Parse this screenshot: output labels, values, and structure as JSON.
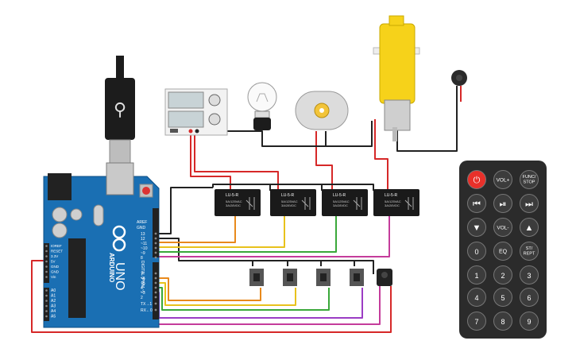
{
  "arduino": {
    "brand": "ARDUINO",
    "model": "UNO",
    "pin_aref": "AREF",
    "pin_gnd": "GND",
    "digital_pins": [
      "13",
      "12",
      "~11",
      "~10",
      "~9",
      "8",
      "7",
      "~6",
      "~5",
      "4",
      "~3",
      "2",
      "TX→1",
      "RX←0"
    ],
    "digital_header_label": "DIGITAL (PWM ~)",
    "power_pins": [
      "IOREF",
      "RESET",
      "3.3V",
      "5V",
      "GND",
      "GND",
      "Vin"
    ],
    "analog_pins": [
      "A0",
      "A1",
      "A2",
      "A3",
      "A4",
      "A5"
    ]
  },
  "relays": [
    {
      "title": "LU-5-R",
      "spec1": "5A/125VAC",
      "spec2": "3A/28VDC"
    },
    {
      "title": "LU-5-R",
      "spec1": "5A/125VAC",
      "spec2": "3A/28VDC"
    },
    {
      "title": "LU-5-R",
      "spec1": "5A/125VAC",
      "spec2": "3A/28VDC"
    },
    {
      "title": "LU-5-R",
      "spec1": "5A/125VAC",
      "spec2": "3A/28VDC"
    }
  ],
  "remote": {
    "buttons": [
      [
        "power-icon",
        "VOL+",
        "FUNC/\nSTOP"
      ],
      [
        "rewind-icon",
        "play-pause-icon",
        "fast-forward-icon"
      ],
      [
        "down-icon",
        "VOL-",
        "up-icon"
      ],
      [
        "0",
        "EQ",
        "ST/\nREPT"
      ],
      [
        "1",
        "2",
        "3"
      ],
      [
        "4",
        "5",
        "6"
      ],
      [
        "7",
        "8",
        "9"
      ]
    ]
  },
  "colors": {
    "board": "#1a6fb3",
    "wire_red": "#d62828",
    "wire_black": "#222222",
    "wire_orange": "#e8891c",
    "wire_yellow": "#e8c21c",
    "wire_green": "#3aa83a",
    "wire_purple": "#9b3cc4",
    "wire_magenta": "#c43c9b",
    "motor_yellow": "#f6d21a",
    "remote_body": "#2b2b2b",
    "remote_power": "#e8302a"
  }
}
